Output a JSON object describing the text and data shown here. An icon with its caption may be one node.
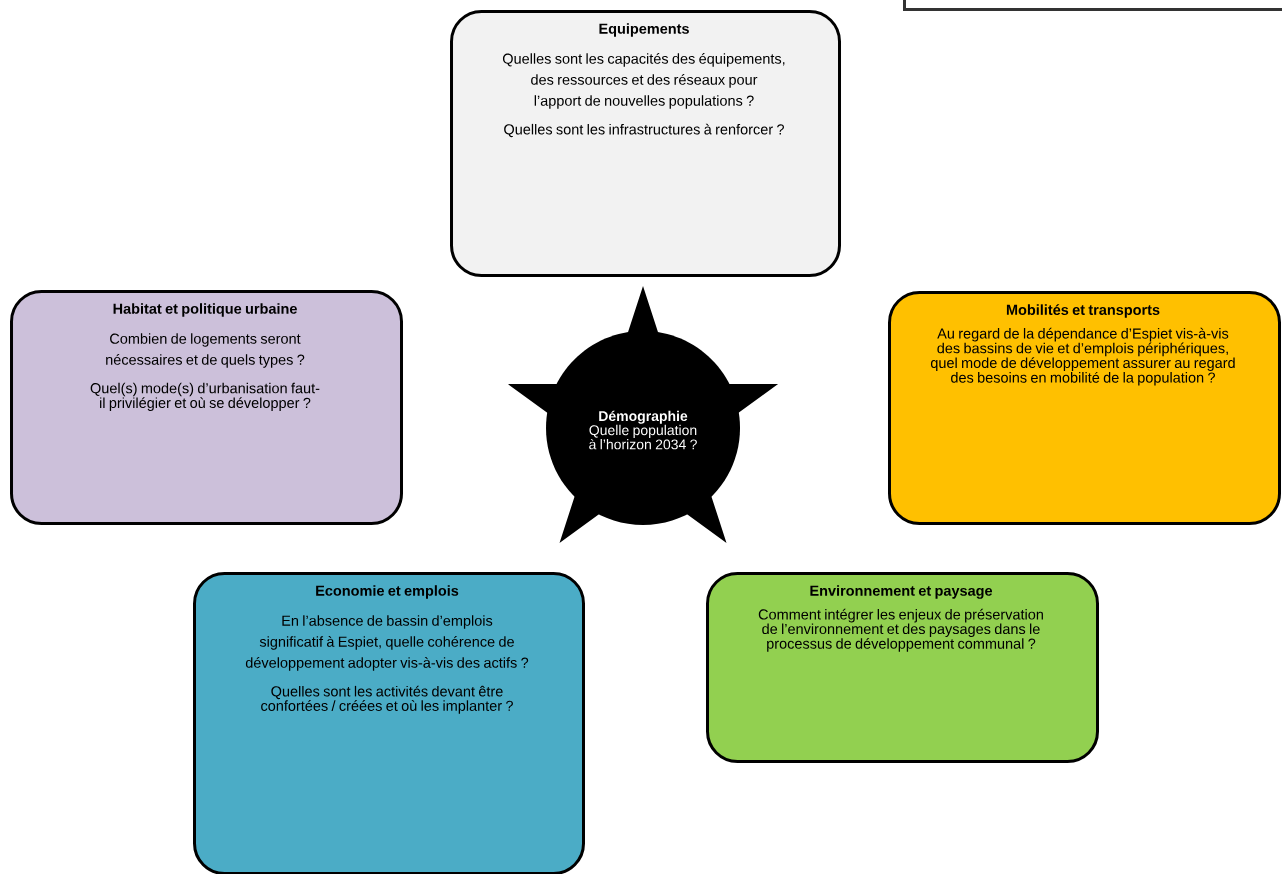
{
  "diagram": {
    "nodes": [
      {
        "text": [
          "Démographie",
          "Quelle population à l’horizon 2034 ?"
        ]
      },
      {
        "text": [
          "Equipements",
          "Quelles sont les capacités des équipements, des ressources et des réseaux pour l’apport de nouvelles populations ?",
          "Quelles sont les infrastructures à renforcer ?"
        ]
      },
      {
        "text": [
          "Habitat et politique urbaine",
          "Combien de logements seront nécessaires et de quels types ?",
          "Quel(s) mode(s) d’urbanisation faut-il privilégier et où se développer ?"
        ]
      },
      {
        "text": [
          "Mobilités et transports",
          "Au regard de la dépendance d’Espiet vis-à-vis des bassins de vie et d’emplois périphériques, quel mode de développement assurer au regard des besoins en mobilité de la population ?"
        ]
      },
      {
        "text": [
          "Economie et emplois",
          "En l’absence de bassin d’emplois significatif à Espiet, quelle cohérence de développement adopter vis-à-vis des actifs ?",
          "Quelles sont les activités devant être confortées / créées et où les implanter ?"
        ]
      },
      {
        "text": [
          "Environnement et paysage",
          "Comment intégrer les enjeux de préservation de l’environnement et des paysages dans le processus de développement communal ?"
        ]
      },
      {
        "text": [],
        "shape": "box"
      }
    ]
  }
}
